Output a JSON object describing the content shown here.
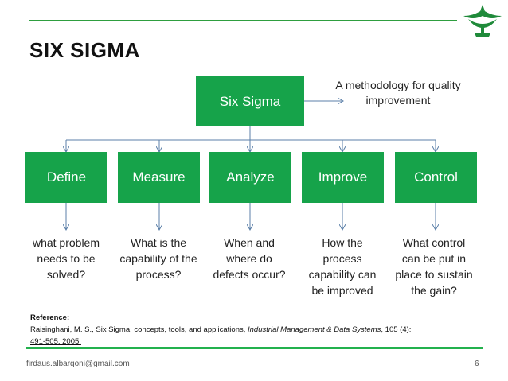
{
  "header": {
    "title": "SIX SIGMA"
  },
  "diagram": {
    "root": "Six Sigma",
    "note": "A methodology for quality improvement",
    "steps": [
      {
        "label": "Define",
        "question": "what problem needs to be solved?"
      },
      {
        "label": "Measure",
        "question": "What is the capability of the process?"
      },
      {
        "label": "Analyze",
        "question": "When and where do defects occur?"
      },
      {
        "label": "Improve",
        "question": "How the process capability can be improved"
      },
      {
        "label": "Control",
        "question": "What control can be put in place to sustain the gain?"
      }
    ]
  },
  "reference": {
    "heading": "Reference:",
    "text_before": "Raisinghani, M. S., Six Sigma: concepts, tools, and applications, ",
    "journal": "Industrial Management & Data Systems",
    "volume": ", 105 (4):",
    "pages": "491-505, 2005."
  },
  "footer": {
    "email": "firdaus.albarqoni@gmail.com",
    "page_number": "6"
  },
  "colors": {
    "box": "#16a34a",
    "connector": "#5b7fa8",
    "rule": "#23b14d"
  },
  "icons": {
    "logo": "logo-emblem"
  }
}
